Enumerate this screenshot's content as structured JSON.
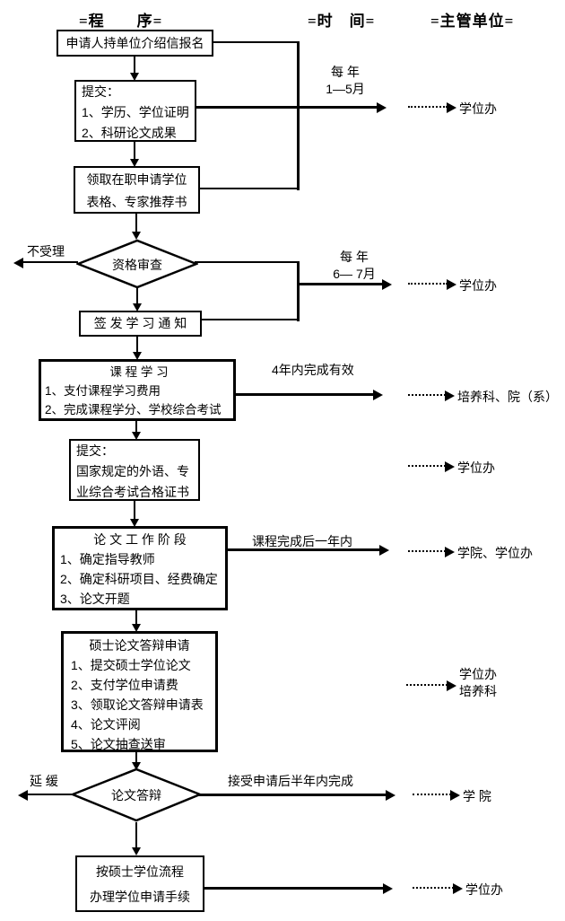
{
  "page": {
    "background": "#ffffff",
    "ink": "#000000"
  },
  "headers": {
    "procedure": "=程　　序=",
    "time": "=时　间=",
    "unit": "=主管单位="
  },
  "flow": {
    "register": {
      "text": "申请人持单位介绍信报名"
    },
    "submit_docs": {
      "l1": "提交：",
      "l2": "1、学历、学位证明",
      "l3": "2、科研论文成果"
    },
    "collect_forms": {
      "l1": "领取在职申请学位",
      "l2": "表格、专家推荐书"
    },
    "qualification": {
      "label": "资格审查",
      "reject": "不受理"
    },
    "issue_notice": {
      "text": "签 发 学 习 通 知"
    },
    "course_study": {
      "title": "课 程 学 习",
      "i1": "1、支付课程学习费用",
      "i2": "2、完成课程学分、学校综合考试"
    },
    "submit_certs": {
      "l1": "提交：",
      "l2": "国家规定的外语、专",
      "l3": "业综合考试合格证书"
    },
    "thesis_stage": {
      "title": "论 文 工 作 阶 段",
      "i1": "1、确定指导教师",
      "i2": "2、确定科研项目、经费确定",
      "i3": "3、论文开题"
    },
    "defense_application": {
      "title": "硕士论文答辩申请",
      "i1": "1、提交硕士学位论文",
      "i2": "2、支付学位申请费",
      "i3": "3、领取论文答辩申请表",
      "i4": "4、论文评阅",
      "i5": "5、论文抽查送审"
    },
    "thesis_defense": {
      "label": "论文答辩",
      "delay": "延 缓"
    },
    "final_procedure": {
      "l1": "按硕士学位流程",
      "l2": "办理学位申请手续"
    }
  },
  "times": {
    "registration": {
      "l1": "每 年",
      "l2": "1—5月"
    },
    "review": {
      "l1": "每 年",
      "l2": "6— 7月"
    },
    "course": "4年内完成有效",
    "thesis": "课程完成后一年内",
    "defense": "接受申请后半年内完成"
  },
  "units": {
    "registration": "学位办",
    "review": "学位办",
    "course": "培养科、院（系）",
    "certs": "学位办",
    "thesis": "学院、学位办",
    "defense_apply": {
      "l1": "学位办",
      "l2": "培养科"
    },
    "defense": "学 院",
    "final": "学位办"
  }
}
